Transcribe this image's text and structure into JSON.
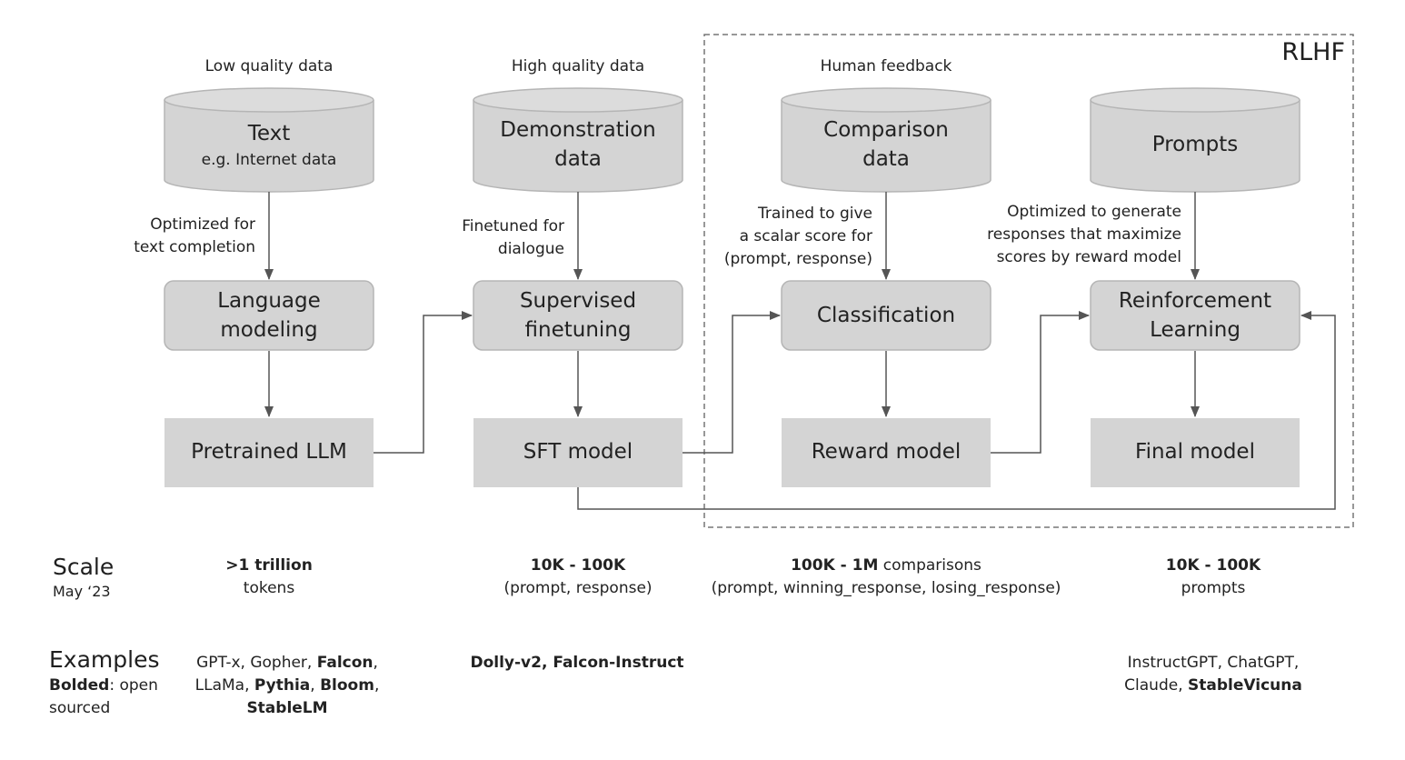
{
  "rlhf_label": "RLHF",
  "stages": [
    {
      "data_label": "Low quality data",
      "cylinder": {
        "line1": "Text",
        "line2": "e.g. Internet data"
      },
      "edge_label": [
        "Optimized for",
        "text completion"
      ],
      "process": [
        "Language",
        "modeling"
      ],
      "output": "Pretrained LLM"
    },
    {
      "data_label": "High quality data",
      "cylinder": {
        "line1": "Demonstration",
        "line2": "data"
      },
      "edge_label": [
        "Finetuned for",
        "dialogue"
      ],
      "process": [
        "Supervised",
        "finetuning"
      ],
      "output": "SFT model"
    },
    {
      "data_label": "Human feedback",
      "cylinder": {
        "line1": "Comparison",
        "line2": "data"
      },
      "edge_label": [
        "Trained to give",
        "a scalar score for",
        "(prompt, response)"
      ],
      "process": [
        "Classification"
      ],
      "output": "Reward model"
    },
    {
      "data_label": "",
      "cylinder": {
        "line1": "Prompts",
        "line2": ""
      },
      "edge_label": [
        "Optimized to generate",
        "responses that maximize",
        "scores by reward model"
      ],
      "process": [
        "Reinforcement",
        "Learning"
      ],
      "output": "Final model"
    }
  ],
  "scale": {
    "title": "Scale",
    "date": "May ‘23",
    "col1": {
      "bold": ">1 trillion",
      "rest": "",
      "line2": "tokens"
    },
    "col2": {
      "bold": "10K - 100K",
      "rest": "",
      "line2": "(prompt, response)"
    },
    "col3": {
      "bold": "100K - 1M",
      "rest": " comparisons",
      "line2": "(prompt, winning_response, losing_response)"
    },
    "col4": {
      "bold": "10K - 100K",
      "rest": "",
      "line2": "prompts"
    }
  },
  "examples": {
    "title": "Examples",
    "legend_bold": "Bolded",
    "legend_rest": ": open",
    "legend_line2": "sourced",
    "col1": {
      "l1a": "GPT-x, Gopher, ",
      "l1b": "Falcon",
      "l1c": ",",
      "l2a": "LLaMa, ",
      "l2b": "Pythia",
      "l2c": ", ",
      "l2d": "Bloom",
      "l2e": ",",
      "l3b": "StableLM"
    },
    "col2": {
      "l1b": "Dolly-v2, Falcon-Instruct"
    },
    "col4": {
      "l1a": "InstructGPT, ChatGPT,",
      "l2a": "Claude, ",
      "l2b": "StableVicuna"
    }
  },
  "colors": {
    "box_fill": "#d4d4d4",
    "box_stroke": "#b5b5b5",
    "line": "#555555",
    "rlhf_border": "#777777"
  }
}
